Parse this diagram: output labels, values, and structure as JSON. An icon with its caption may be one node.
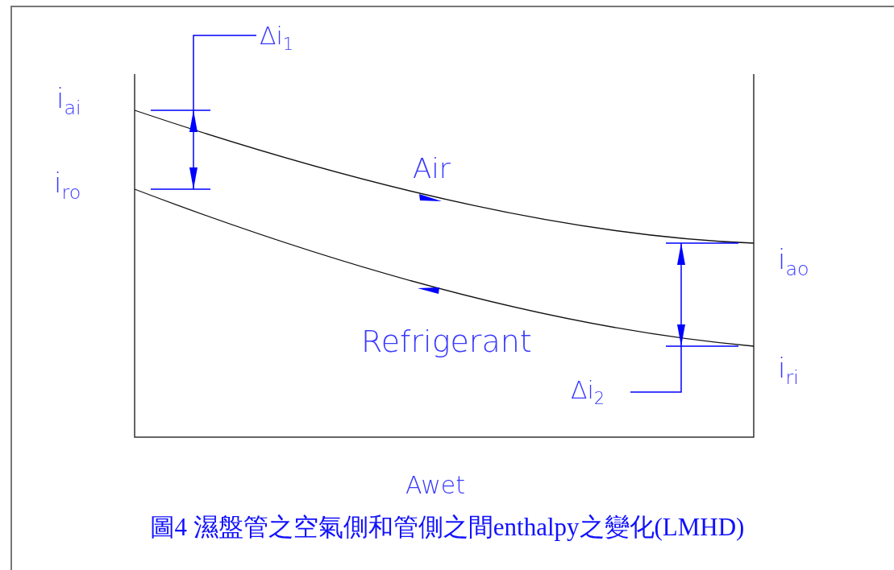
{
  "diagram": {
    "caption": "圖4 濕盤管之空氣側和管側之間enthalpy之變化(LMHD)",
    "labels": [
      "Δi$_{1}$",
      "i$_{ai}$",
      "i$_{ro}$",
      "Air",
      "i$_{ao}$",
      "Refrigerant",
      "i$_{ri}$",
      "Δi$_{2}$",
      "Awet"
    ]
  }
}
